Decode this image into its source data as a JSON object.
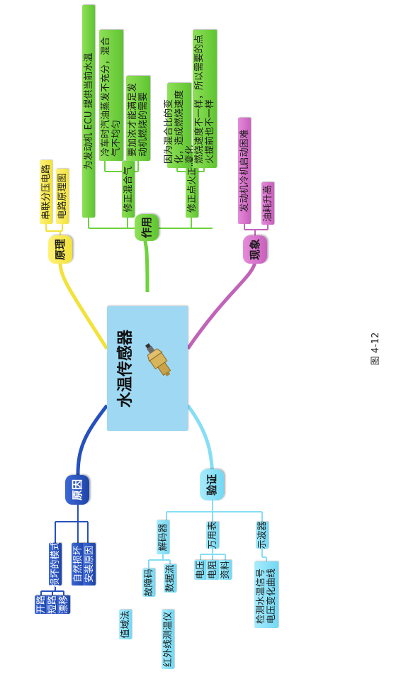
{
  "figure_caption": "图 4-12",
  "center": {
    "label": "水温传感器",
    "image": "sensor-icon"
  },
  "colors": {
    "green": "#6fd23e",
    "purple": "#d070c6",
    "yellow": "#f5e647",
    "blue": "#2650bd",
    "cyan": "#86def6",
    "center": "#9fd8f2"
  },
  "branches": {
    "zuoyong": {
      "label": "作用",
      "items": [
        {
          "label": "为发动机 ECU 提供当前水温"
        },
        {
          "label": "修正混合气",
          "children": [
            "冷车时汽油蒸发不充分，混合气不均匀",
            "要加浓才能满足发动机燃烧的需要"
          ]
        },
        {
          "label": "修正点火正时",
          "children": [
            "因为混合比的变化，造成燃烧速度变化",
            "燃烧速度不一样，所以需要的点火提前也不一样"
          ]
        }
      ]
    },
    "xianxiang": {
      "label": "现象",
      "items": [
        "发动机冷机启动困难",
        "油耗升高"
      ]
    },
    "yuanli": {
      "label": "原理",
      "items": [
        "串联分压电路",
        "电路原理图"
      ]
    },
    "yuanyin": {
      "label": "原因",
      "items": [
        {
          "label": "损坏的模式",
          "children": [
            "开路",
            "短路",
            "漂移"
          ]
        },
        {
          "label": "自然损坏"
        },
        {
          "label": "安装原因"
        }
      ]
    },
    "yanzheng": {
      "label": "验证",
      "items": [
        {
          "label": "解码器",
          "children": [
            "故障码",
            "数据流"
          ]
        },
        {
          "label": "万用表",
          "children": [
            "电压",
            "电阻",
            "资料"
          ]
        },
        {
          "label": "示波器",
          "children": [
            "检测水温信号电压变化曲线"
          ]
        }
      ],
      "loose": [
        "值域法",
        "红外线测温仪"
      ]
    }
  }
}
